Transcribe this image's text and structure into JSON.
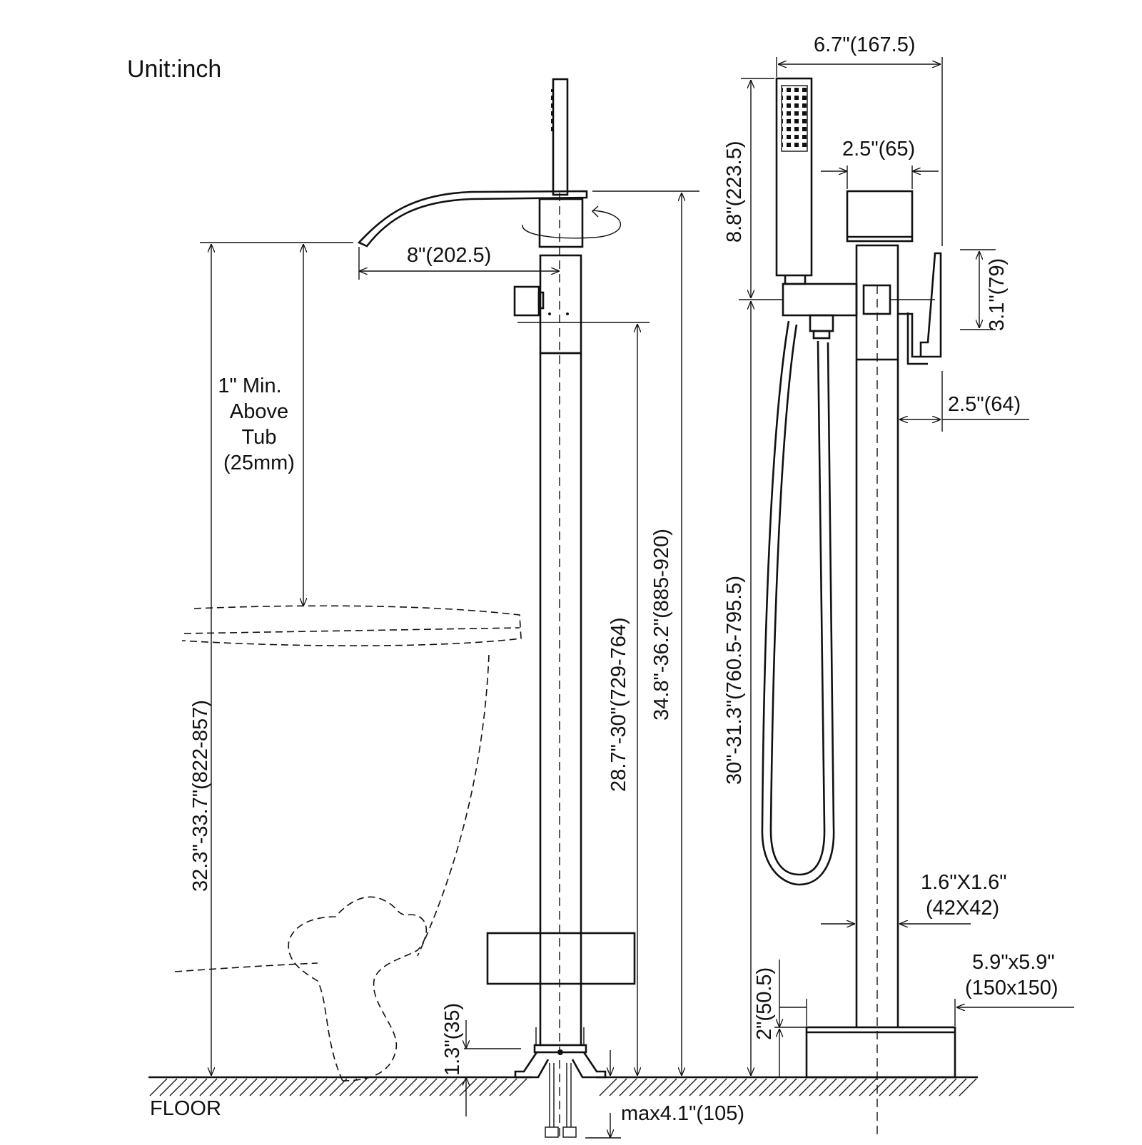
{
  "unit_label": "Unit:inch",
  "floor_label": "FLOOR",
  "left_view": {
    "spout_reach": "8\"(202.5)",
    "min_above_tub": [
      "1\" Min.",
      "Above",
      "Tub",
      "(25mm)"
    ],
    "spout_height": "32.3\"-33.7\"(822-857)",
    "body_height": "28.7\"-30\"(729-764)",
    "total_height": "34.8\"-36.2\"(885-920)",
    "base_gap": "1.3\"(35)",
    "pipe_depth": "max4.1\"(105)"
  },
  "right_view": {
    "overall_width": "6.7\"(167.5)",
    "handshower_height": "8.8\"(223.5)",
    "cap_width": "2.5\"(65)",
    "handle_height": "3.1\"(79)",
    "handle_offset": "2.5\"(64)",
    "holder_height": "30\"-31.3\"(760.5-795.5)",
    "column_size": [
      "1.6\"X1.6\"",
      "(42X42)"
    ],
    "base_size": [
      "5.9\"x5.9\"",
      "(150x150)"
    ],
    "base_height": "2\"(50.5)"
  }
}
